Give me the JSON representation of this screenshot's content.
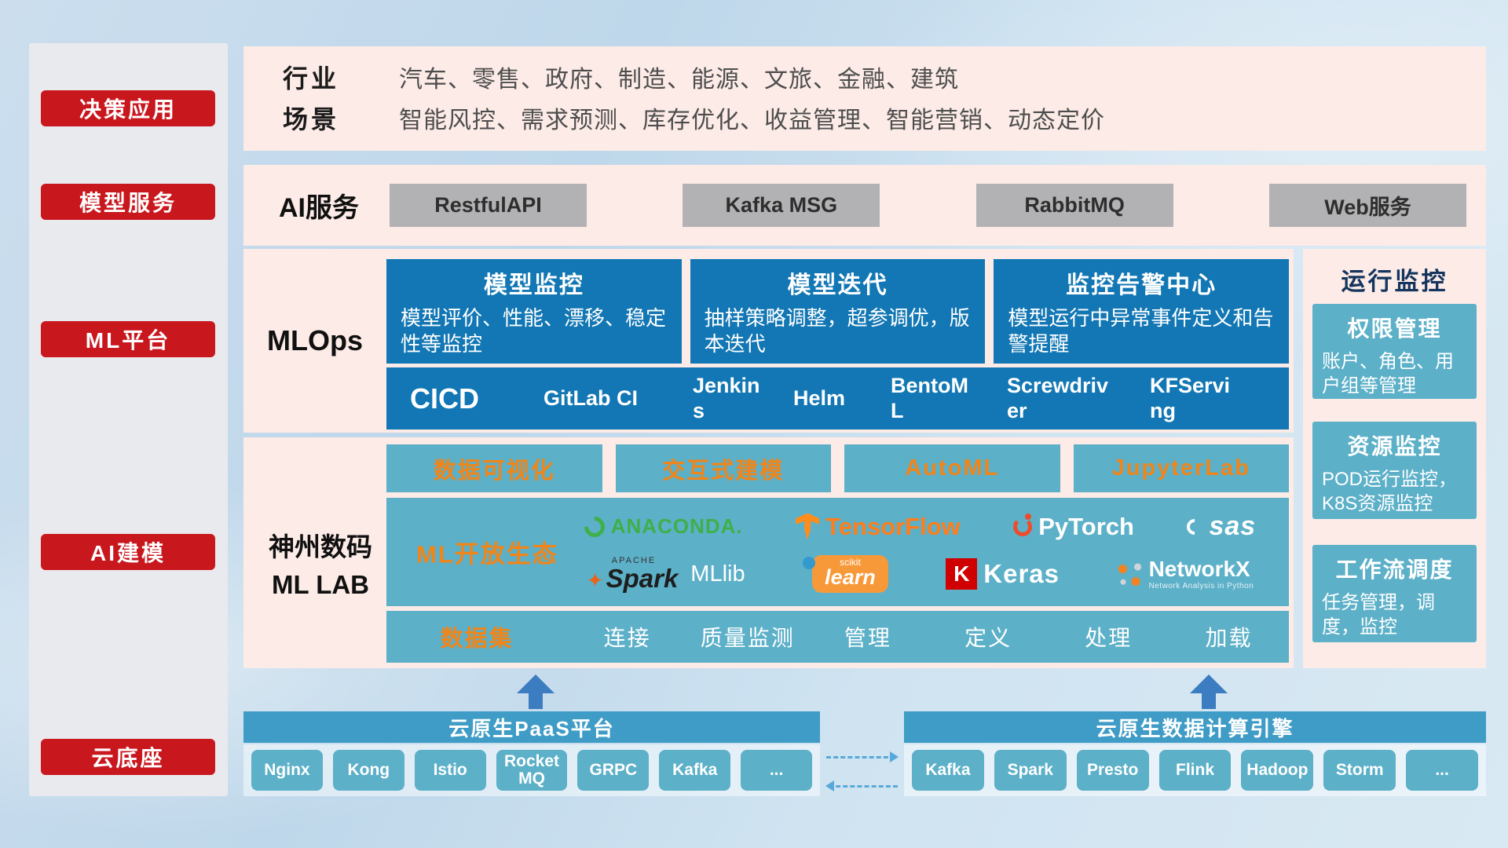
{
  "colors": {
    "red": "#c9171e",
    "panel_pink": "#fcebe7",
    "deep_blue": "#1277b4",
    "teal": "#5cb0c8",
    "bar_blue": "#3f9cc6",
    "accent_orange": "#f08519"
  },
  "sidebar": {
    "items": [
      {
        "label": "决策应用"
      },
      {
        "label": "模型服务"
      },
      {
        "label": "ML平台"
      },
      {
        "label": "AI建模"
      },
      {
        "label": "云底座"
      }
    ]
  },
  "top": {
    "rows": [
      {
        "label": "行业",
        "text": "汽车、零售、政府、制造、能源、文旅、金融、建筑"
      },
      {
        "label": "场景",
        "text": "智能风控、需求预测、库存优化、收益管理、智能营销、动态定价"
      }
    ]
  },
  "ai_service": {
    "label": "AI服务",
    "items": [
      "RestfulAPI",
      "Kafka MSG",
      "RabbitMQ",
      "Web服务"
    ]
  },
  "mlops": {
    "label": "MLOps",
    "cards": [
      {
        "title": "模型监控",
        "desc": "模型评价、性能、漂移、稳定性等监控"
      },
      {
        "title": "模型迭代",
        "desc": "抽样策略调整，超参调优，版本迭代"
      },
      {
        "title": "监控告警中心",
        "desc": "模型运行中异常事件定义和告警提醒"
      }
    ],
    "cicd": {
      "label": "CICD",
      "items": [
        "GitLab CI",
        "Jenkins",
        "Helm",
        "BentoML",
        "Screwdriver",
        "KFServing"
      ]
    }
  },
  "monitoring": {
    "title": "运行监控",
    "cards": [
      {
        "title": "权限管理",
        "desc": "账户、角色、用户组等管理"
      },
      {
        "title": "资源监控",
        "desc": "POD运行监控，K8S资源监控"
      },
      {
        "title": "工作流调度",
        "desc": "任务管理，调度，监控"
      }
    ]
  },
  "mllab": {
    "label_line1": "神州数码",
    "label_line2": "ML LAB",
    "tools": [
      "数据可视化",
      "交互式建模",
      "AutoML",
      "JupyterLab"
    ],
    "ecosystem_label": "ML开放生态",
    "logos": {
      "anaconda": "ANACONDA.",
      "tensorflow": "TensorFlow",
      "pytorch": "PyTorch",
      "sas": "sas",
      "apache": "APACHE",
      "spark": "Spark",
      "mllib": "MLlib",
      "scikit": "scikit",
      "learn": "learn",
      "keras_k": "K",
      "keras": "Keras",
      "networkx": "NetworkX",
      "networkx_sub": "Network Analysis in Python"
    },
    "dataset": {
      "label": "数据集",
      "items": [
        "连接",
        "质量监测",
        "管理",
        "定义",
        "处理",
        "加载"
      ]
    }
  },
  "cloud": {
    "paas": {
      "title": "云原生PaaS平台",
      "items": [
        "Nginx",
        "Kong",
        "Istio",
        "RocketMQ",
        "GRPC",
        "Kafka",
        "..."
      ]
    },
    "engine": {
      "title": "云原生数据计算引擎",
      "items": [
        "Kafka",
        "Spark",
        "Presto",
        "Flink",
        "Hadoop",
        "Storm",
        "..."
      ]
    }
  }
}
